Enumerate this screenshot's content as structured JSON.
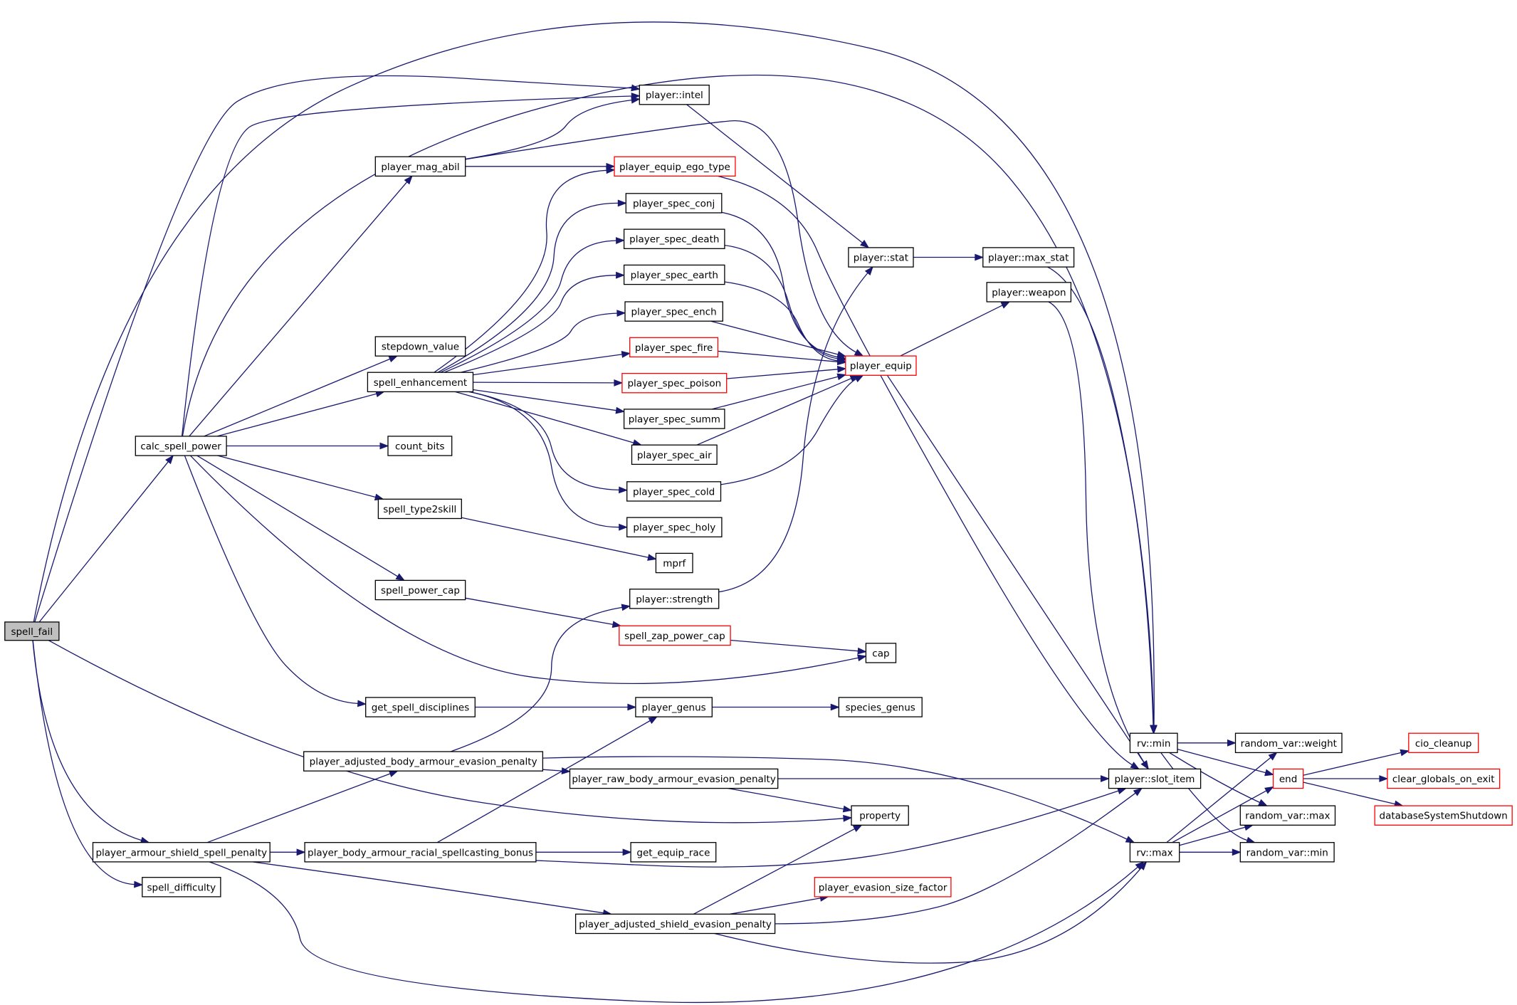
{
  "nodes": [
    {
      "id": "spell_fail",
      "label": "spell_fail",
      "style": "root"
    },
    {
      "id": "calc_spell_power",
      "label": "calc_spell_power",
      "style": "normal"
    },
    {
      "id": "player_mag_abil",
      "label": "player_mag_abil",
      "style": "normal"
    },
    {
      "id": "player_intel",
      "label": "player::intel",
      "style": "normal"
    },
    {
      "id": "player_equip_ego_type",
      "label": "player_equip_ego_type",
      "style": "red"
    },
    {
      "id": "player_spec_conj",
      "label": "player_spec_conj",
      "style": "normal"
    },
    {
      "id": "player_spec_death",
      "label": "player_spec_death",
      "style": "normal"
    },
    {
      "id": "player_spec_earth",
      "label": "player_spec_earth",
      "style": "normal"
    },
    {
      "id": "player_spec_ench",
      "label": "player_spec_ench",
      "style": "normal"
    },
    {
      "id": "player_spec_fire",
      "label": "player_spec_fire",
      "style": "red"
    },
    {
      "id": "player_spec_poison",
      "label": "player_spec_poison",
      "style": "red"
    },
    {
      "id": "player_spec_summ",
      "label": "player_spec_summ",
      "style": "normal"
    },
    {
      "id": "player_spec_air",
      "label": "player_spec_air",
      "style": "normal"
    },
    {
      "id": "player_spec_cold",
      "label": "player_spec_cold",
      "style": "normal"
    },
    {
      "id": "player_spec_holy",
      "label": "player_spec_holy",
      "style": "normal"
    },
    {
      "id": "stepdown_value",
      "label": "stepdown_value",
      "style": "normal"
    },
    {
      "id": "spell_enhancement",
      "label": "spell_enhancement",
      "style": "normal"
    },
    {
      "id": "count_bits",
      "label": "count_bits",
      "style": "normal"
    },
    {
      "id": "spell_type2skill",
      "label": "spell_type2skill",
      "style": "normal"
    },
    {
      "id": "mprf",
      "label": "mprf",
      "style": "normal"
    },
    {
      "id": "spell_power_cap",
      "label": "spell_power_cap",
      "style": "normal"
    },
    {
      "id": "player_strength",
      "label": "player::strength",
      "style": "normal"
    },
    {
      "id": "spell_zap_power_cap",
      "label": "spell_zap_power_cap",
      "style": "red"
    },
    {
      "id": "cap",
      "label": "cap",
      "style": "normal"
    },
    {
      "id": "get_spell_disciplines",
      "label": "get_spell_disciplines",
      "style": "normal"
    },
    {
      "id": "player_genus",
      "label": "player_genus",
      "style": "normal"
    },
    {
      "id": "species_genus",
      "label": "species_genus",
      "style": "normal"
    },
    {
      "id": "player_stat",
      "label": "player::stat",
      "style": "normal"
    },
    {
      "id": "player_max_stat",
      "label": "player::max_stat",
      "style": "normal"
    },
    {
      "id": "player_weapon",
      "label": "player::weapon",
      "style": "normal"
    },
    {
      "id": "player_equip",
      "label": "player_equip",
      "style": "red"
    },
    {
      "id": "player_adjusted_body_armour_evasion_penalty",
      "label": "player_adjusted_body_armour_evasion_penalty",
      "style": "normal"
    },
    {
      "id": "player_raw_body_armour_evasion_penalty",
      "label": "player_raw_body_armour_evasion_penalty",
      "style": "normal"
    },
    {
      "id": "property",
      "label": "property",
      "style": "normal"
    },
    {
      "id": "player_armour_shield_spell_penalty",
      "label": "player_armour_shield_spell_penalty",
      "style": "normal"
    },
    {
      "id": "player_body_armour_racial_spellcasting_bonus",
      "label": "player_body_armour_racial_spellcasting_bonus",
      "style": "normal"
    },
    {
      "id": "get_equip_race",
      "label": "get_equip_race",
      "style": "normal"
    },
    {
      "id": "spell_difficulty",
      "label": "spell_difficulty",
      "style": "normal"
    },
    {
      "id": "player_evasion_size_factor",
      "label": "player_evasion_size_factor",
      "style": "red"
    },
    {
      "id": "player_adjusted_shield_evasion_penalty",
      "label": "player_adjusted_shield_evasion_penalty",
      "style": "normal"
    },
    {
      "id": "rv_min",
      "label": "rv::min",
      "style": "normal"
    },
    {
      "id": "rv_max",
      "label": "rv::max",
      "style": "normal"
    },
    {
      "id": "player_slot_item",
      "label": "player::slot_item",
      "style": "normal"
    },
    {
      "id": "random_var_weight",
      "label": "random_var::weight",
      "style": "normal"
    },
    {
      "id": "random_var_max",
      "label": "random_var::max",
      "style": "normal"
    },
    {
      "id": "random_var_min",
      "label": "random_var::min",
      "style": "normal"
    },
    {
      "id": "end",
      "label": "end",
      "style": "red"
    },
    {
      "id": "cio_cleanup",
      "label": "cio_cleanup",
      "style": "red"
    },
    {
      "id": "clear_globals_on_exit",
      "label": "clear_globals_on_exit",
      "style": "red"
    },
    {
      "id": "databaseSystemShutdown",
      "label": "databaseSystemShutdown",
      "style": "red"
    }
  ],
  "edges": [
    [
      "spell_fail",
      "calc_spell_power"
    ],
    [
      "spell_fail",
      "player_intel"
    ],
    [
      "spell_fail",
      "rv_min"
    ],
    [
      "spell_fail",
      "property"
    ],
    [
      "spell_fail",
      "player_armour_shield_spell_penalty"
    ],
    [
      "spell_fail",
      "spell_difficulty"
    ],
    [
      "calc_spell_power",
      "player_mag_abil"
    ],
    [
      "calc_spell_power",
      "player_intel"
    ],
    [
      "calc_spell_power",
      "stepdown_value"
    ],
    [
      "calc_spell_power",
      "spell_enhancement"
    ],
    [
      "calc_spell_power",
      "count_bits"
    ],
    [
      "calc_spell_power",
      "spell_type2skill"
    ],
    [
      "calc_spell_power",
      "spell_power_cap"
    ],
    [
      "calc_spell_power",
      "cap"
    ],
    [
      "calc_spell_power",
      "get_spell_disciplines"
    ],
    [
      "calc_spell_power",
      "rv_min"
    ],
    [
      "player_mag_abil",
      "player_intel"
    ],
    [
      "player_mag_abil",
      "player_equip_ego_type"
    ],
    [
      "player_mag_abil",
      "player_equip"
    ],
    [
      "player_intel",
      "player_stat"
    ],
    [
      "player_equip_ego_type",
      "player_slot_item"
    ],
    [
      "spell_enhancement",
      "player_equip_ego_type"
    ],
    [
      "spell_enhancement",
      "player_spec_conj"
    ],
    [
      "spell_enhancement",
      "player_spec_death"
    ],
    [
      "spell_enhancement",
      "player_spec_earth"
    ],
    [
      "spell_enhancement",
      "player_spec_ench"
    ],
    [
      "spell_enhancement",
      "player_spec_fire"
    ],
    [
      "spell_enhancement",
      "player_spec_poison"
    ],
    [
      "spell_enhancement",
      "player_spec_summ"
    ],
    [
      "spell_enhancement",
      "player_spec_air"
    ],
    [
      "spell_enhancement",
      "player_spec_cold"
    ],
    [
      "spell_enhancement",
      "player_spec_holy"
    ],
    [
      "player_spec_conj",
      "player_equip"
    ],
    [
      "player_spec_death",
      "player_equip"
    ],
    [
      "player_spec_earth",
      "player_equip"
    ],
    [
      "player_spec_ench",
      "player_equip"
    ],
    [
      "player_spec_fire",
      "player_equip"
    ],
    [
      "player_spec_poison",
      "player_equip"
    ],
    [
      "player_spec_summ",
      "player_equip"
    ],
    [
      "player_spec_air",
      "player_equip"
    ],
    [
      "player_spec_cold",
      "player_equip"
    ],
    [
      "spell_type2skill",
      "mprf"
    ],
    [
      "spell_power_cap",
      "spell_zap_power_cap"
    ],
    [
      "spell_zap_power_cap",
      "cap"
    ],
    [
      "get_spell_disciplines",
      "player_genus"
    ],
    [
      "player_genus",
      "species_genus"
    ],
    [
      "player_strength",
      "player_stat"
    ],
    [
      "player_stat",
      "player_max_stat"
    ],
    [
      "player_max_stat",
      "rv_min"
    ],
    [
      "player_equip",
      "player_weapon"
    ],
    [
      "player_equip",
      "player_slot_item"
    ],
    [
      "player_weapon",
      "player_slot_item"
    ],
    [
      "player_armour_shield_spell_penalty",
      "player_adjusted_body_armour_evasion_penalty"
    ],
    [
      "player_armour_shield_spell_penalty",
      "player_body_armour_racial_spellcasting_bonus"
    ],
    [
      "player_armour_shield_spell_penalty",
      "player_adjusted_shield_evasion_penalty"
    ],
    [
      "player_armour_shield_spell_penalty",
      "rv_max"
    ],
    [
      "player_adjusted_body_armour_evasion_penalty",
      "player_strength"
    ],
    [
      "player_adjusted_body_armour_evasion_penalty",
      "player_raw_body_armour_evasion_penalty"
    ],
    [
      "player_adjusted_body_armour_evasion_penalty",
      "rv_max"
    ],
    [
      "player_raw_body_armour_evasion_penalty",
      "player_slot_item"
    ],
    [
      "player_raw_body_armour_evasion_penalty",
      "property"
    ],
    [
      "player_body_armour_racial_spellcasting_bonus",
      "player_genus"
    ],
    [
      "player_body_armour_racial_spellcasting_bonus",
      "get_equip_race"
    ],
    [
      "player_body_armour_racial_spellcasting_bonus",
      "player_slot_item"
    ],
    [
      "player_adjusted_shield_evasion_penalty",
      "property"
    ],
    [
      "player_adjusted_shield_evasion_penalty",
      "player_evasion_size_factor"
    ],
    [
      "player_adjusted_shield_evasion_penalty",
      "player_slot_item"
    ],
    [
      "player_adjusted_shield_evasion_penalty",
      "rv_max"
    ],
    [
      "rv_min",
      "random_var_weight"
    ],
    [
      "rv_min",
      "end"
    ],
    [
      "rv_min",
      "random_var_max"
    ],
    [
      "rv_min",
      "random_var_min"
    ],
    [
      "rv_max",
      "random_var_weight"
    ],
    [
      "rv_max",
      "end"
    ],
    [
      "rv_max",
      "random_var_max"
    ],
    [
      "rv_max",
      "random_var_min"
    ],
    [
      "end",
      "cio_cleanup"
    ],
    [
      "end",
      "clear_globals_on_exit"
    ],
    [
      "end",
      "databaseSystemShutdown"
    ]
  ]
}
